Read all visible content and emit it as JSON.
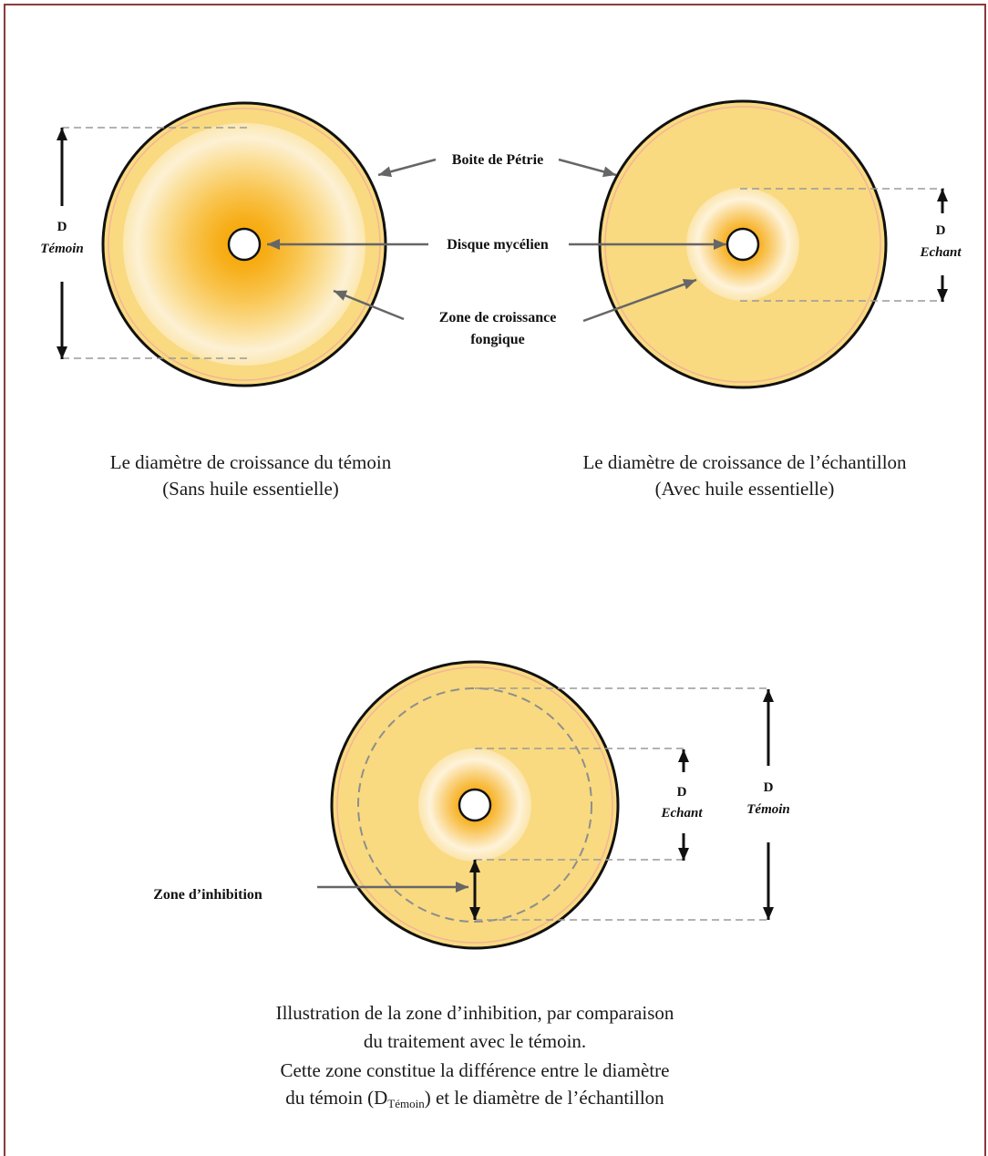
{
  "labels": {
    "petri_dish": "Boite de Pétrie",
    "mycelial_disc": "Disque mycélien",
    "growth_zone_line1": "Zone de croissance",
    "growth_zone_line2": "fongique",
    "inhibition_zone": "Zone d’inhibition"
  },
  "dimensions": {
    "control": {
      "letter": "D",
      "name": "Témoin"
    },
    "sample": {
      "letter": "D",
      "name": "Echant"
    }
  },
  "captions": {
    "control": [
      "Le diamètre de croissance du témoin",
      "(Sans huile essentielle)"
    ],
    "sample": [
      "Le diamètre de croissance de l’échantillon",
      "(Avec huile essentielle)"
    ],
    "inhibition": {
      "line1": "Illustration de la zone d’inhibition, par comparaison",
      "line2": "du traitement avec le témoin.",
      "line3": "Cette zone constitue la différence entre le diamètre",
      "line4_before": "du témoin (D",
      "line4_sub": "Témoin",
      "line4_after": ") et le diamètre de l’échantillon"
    }
  },
  "colors": {
    "frame": "#8B3A3A",
    "dish_fill": "#F9DA80",
    "growth_center": "#F5A300",
    "arrow_gray": "#666666"
  }
}
